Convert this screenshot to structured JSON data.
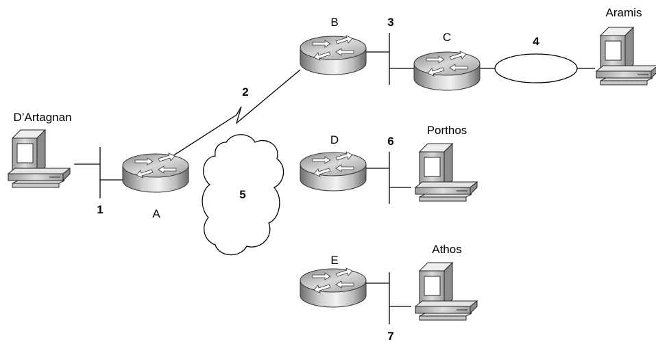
{
  "routers": {
    "a": "A",
    "b": "B",
    "c": "C",
    "d": "D",
    "e": "E"
  },
  "hosts": {
    "dartagnan": "D’Artagnan",
    "aramis": "Aramis",
    "porthos": "Porthos",
    "athos": "Athos"
  },
  "networks": {
    "n1": "1",
    "n2": "2",
    "n3": "3",
    "n4": "4",
    "n5": "5",
    "n6": "6",
    "n7": "7"
  },
  "colors": {
    "router_light": "#e6e6e6",
    "router_dark": "#7a7a7a",
    "computer_body": "#cfcfcf",
    "screen": "#ffffff",
    "line": "#000000"
  }
}
